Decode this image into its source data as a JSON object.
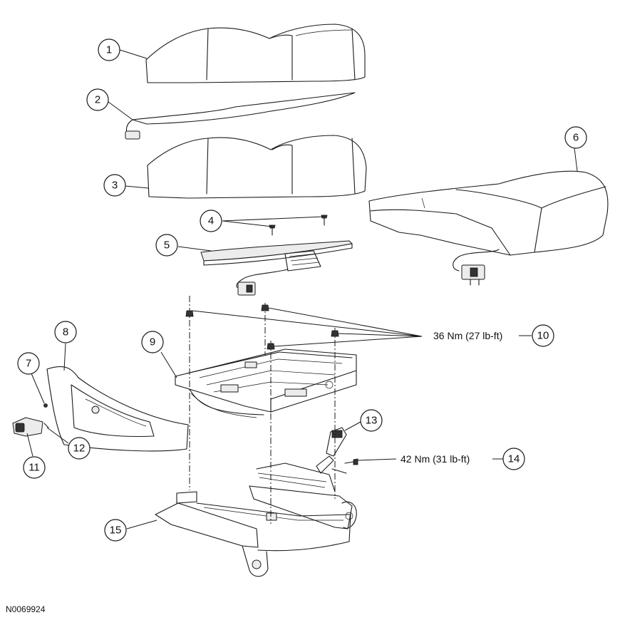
{
  "callouts": [
    {
      "id": "1",
      "label": "1"
    },
    {
      "id": "2",
      "label": "2"
    },
    {
      "id": "3",
      "label": "3"
    },
    {
      "id": "4",
      "label": "4"
    },
    {
      "id": "5",
      "label": "5"
    },
    {
      "id": "6",
      "label": "6"
    },
    {
      "id": "7",
      "label": "7"
    },
    {
      "id": "8",
      "label": "8"
    },
    {
      "id": "9",
      "label": "9"
    },
    {
      "id": "10",
      "label": "10"
    },
    {
      "id": "11",
      "label": "11"
    },
    {
      "id": "12",
      "label": "12"
    },
    {
      "id": "13",
      "label": "13"
    },
    {
      "id": "14",
      "label": "14"
    },
    {
      "id": "15",
      "label": "15"
    }
  ],
  "torque_specs": {
    "bolt_10": "36 Nm (27 lb-ft)",
    "bolt_14": "42 Nm (31 lb-ft)"
  },
  "figure_id": "N0069924"
}
